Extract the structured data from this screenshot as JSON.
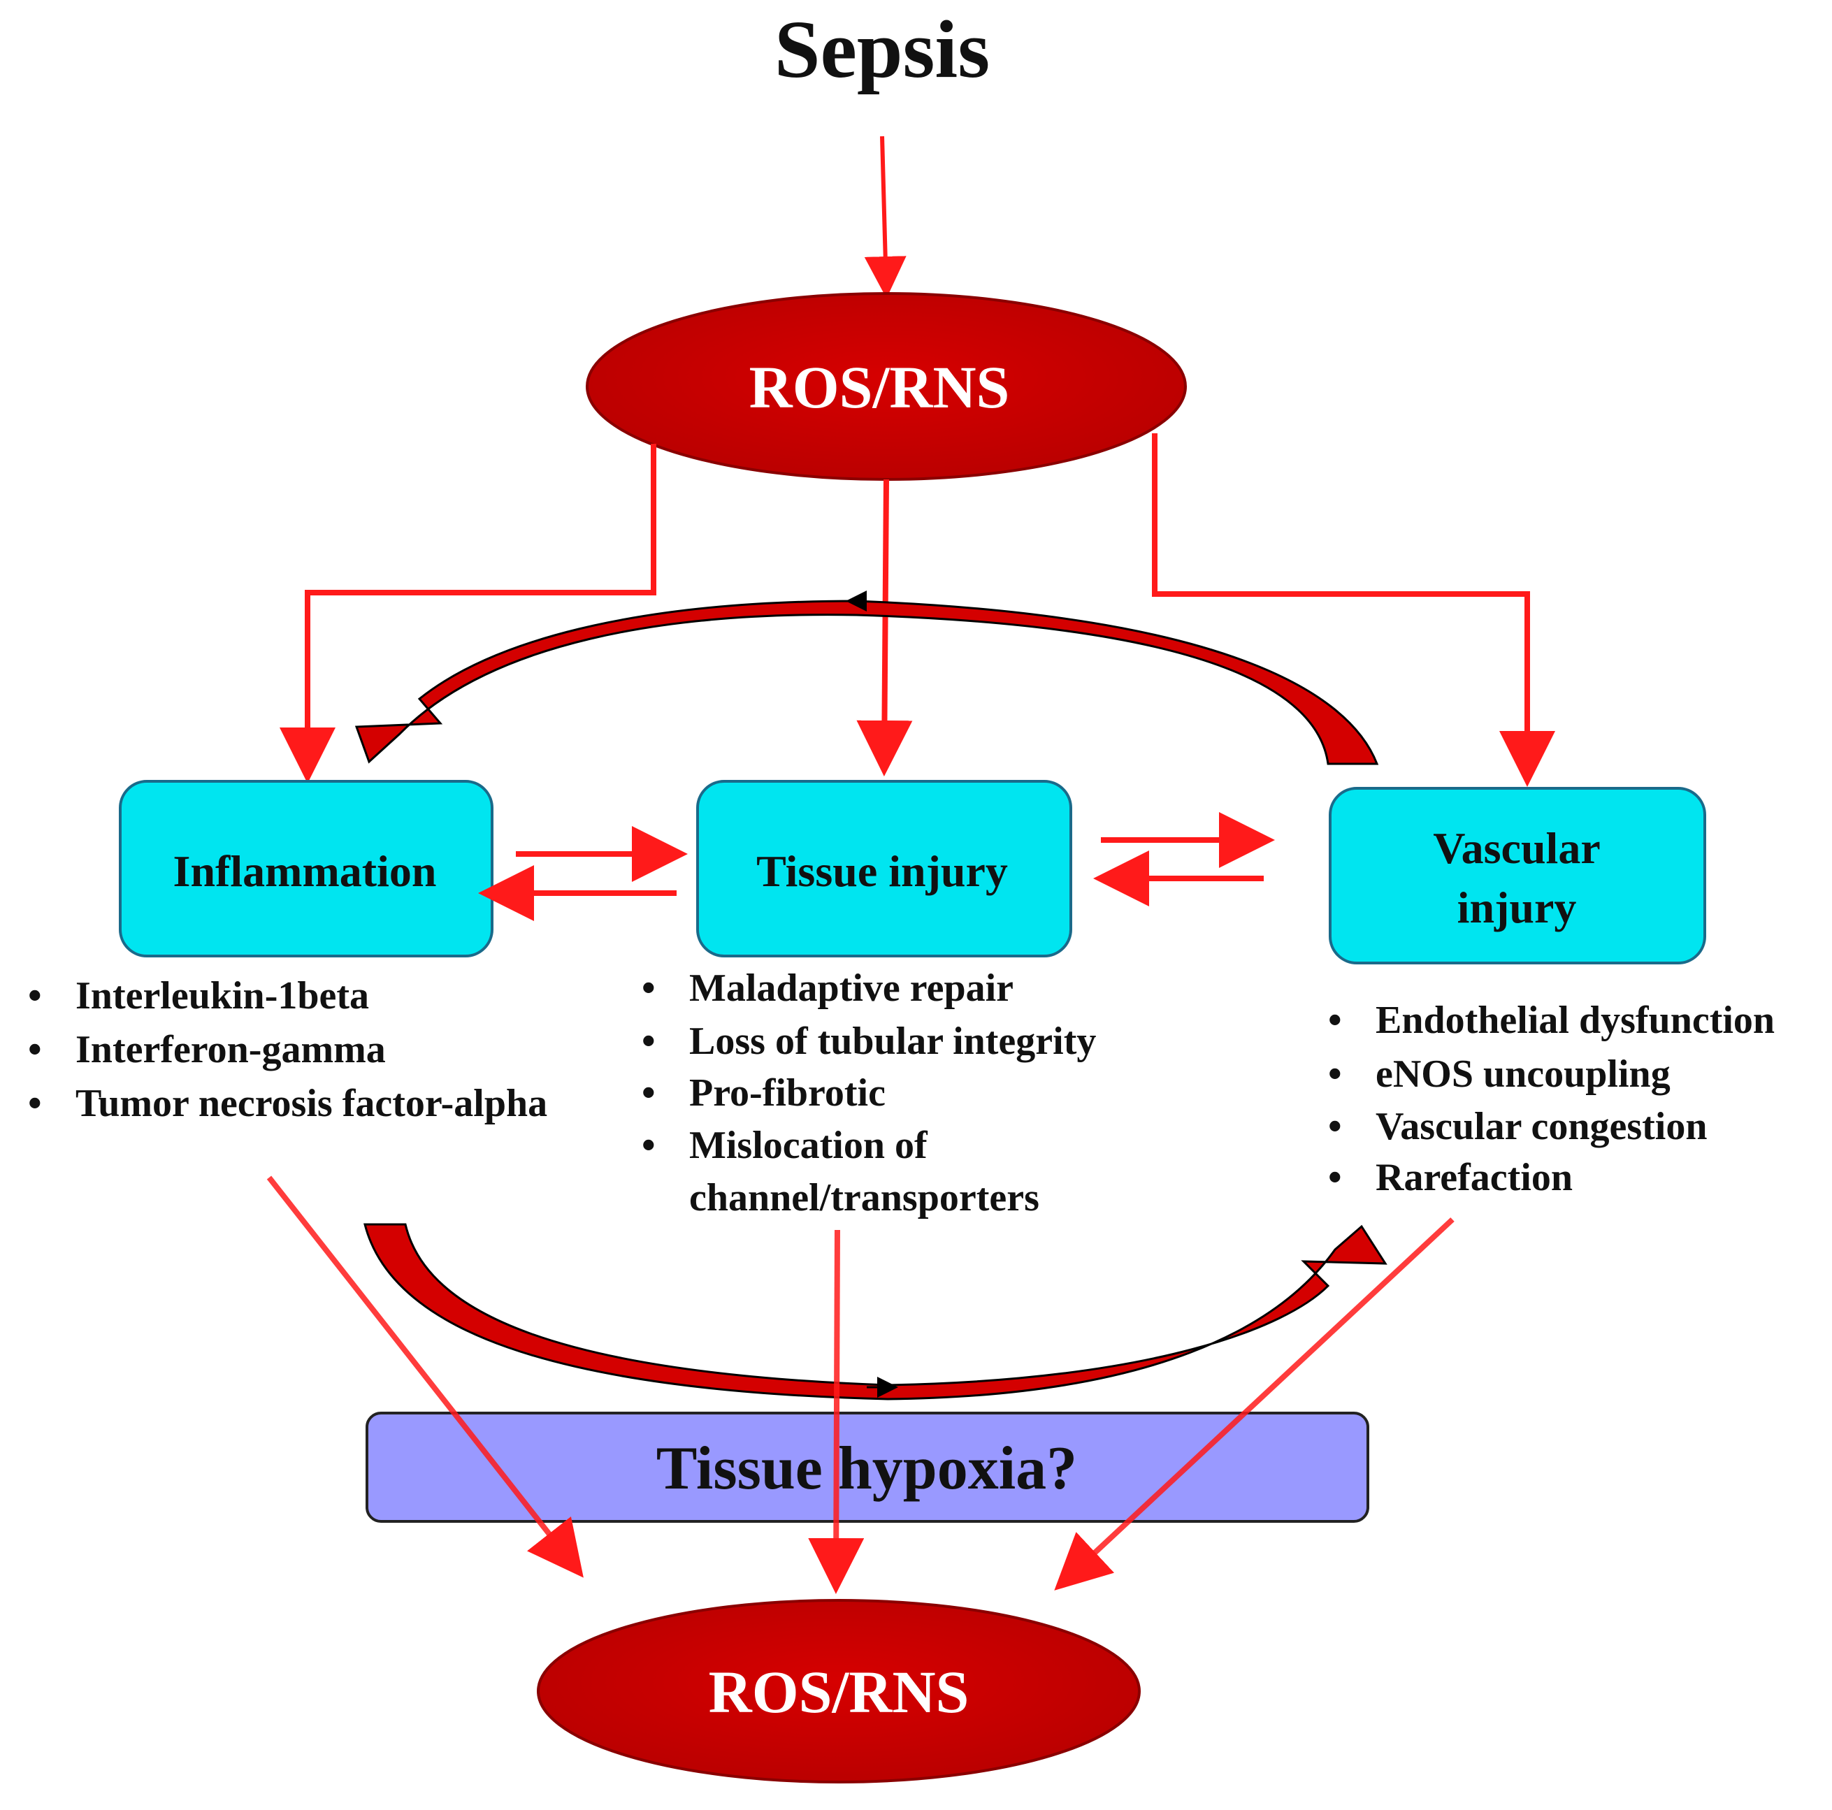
{
  "title": "Sepsis",
  "top_node": "ROS/RNS",
  "bottom_node": "ROS/RNS",
  "boxes": {
    "inflammation": {
      "label": "Inflammation"
    },
    "tissue_injury": {
      "label": "Tissue injury"
    },
    "vascular_injury": {
      "label_line1": "Vascular",
      "label_line2": "injury"
    }
  },
  "lists": {
    "inflammation": [
      "Interleukin-1beta",
      "Interferon-gamma",
      "Tumor necrosis factor-alpha"
    ],
    "tissue_injury": [
      "Maladaptive repair",
      "Loss of tubular integrity",
      "Pro-fibrotic",
      "Mislocation of",
      "channel/transporters"
    ],
    "vascular_injury": [
      "Endothelial dysfunction",
      "eNOS uncoupling",
      "Vascular congestion",
      "Rarefaction"
    ]
  },
  "hypoxia_label": "Tissue hypoxia?",
  "bullet_symbol": "•",
  "colors": {
    "arrow_red": "#ff1a1a",
    "ellipse_fill": "#cc0000",
    "box_fill": "#00e5f0",
    "hypoxia_fill": "#9999ff",
    "curved_arrow": "#d40000"
  }
}
